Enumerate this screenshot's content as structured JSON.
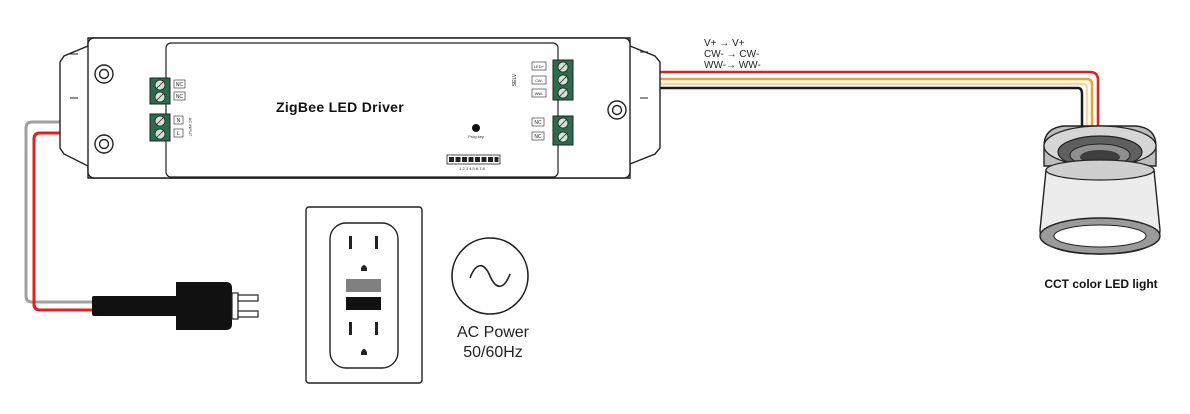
{
  "driver": {
    "title": "ZigBee LED Driver",
    "output_group_label": "SELV",
    "output_terminals": [
      "LED+",
      "CW-",
      "WW-"
    ],
    "nc_top_labels": [
      "NC",
      "NC"
    ],
    "nc_bottom_labels": [
      "NC",
      "NC"
    ],
    "ac_terminals": [
      "N",
      "L"
    ],
    "ac_input_label": "AC INPUT",
    "prog_key_label": "Prog key",
    "dip_numbers": "1 2 3 4 5 6 7 8"
  },
  "wire_mapping": [
    "V+   → V+",
    "CW- → CW-",
    "WW-→ WW-"
  ],
  "power": {
    "label_line1": "AC Power",
    "label_line2": "50/60Hz"
  },
  "light": {
    "label": "CCT color LED light"
  },
  "colors": {
    "wire_red": "#e02020",
    "wire_gray": "#a0a0a0",
    "wire_orange": "#f0a030",
    "wire_cream": "#f3d9a8",
    "wire_black": "#1a1a1a",
    "terminal_green": "#2e6b4e",
    "outline": "#222222"
  }
}
